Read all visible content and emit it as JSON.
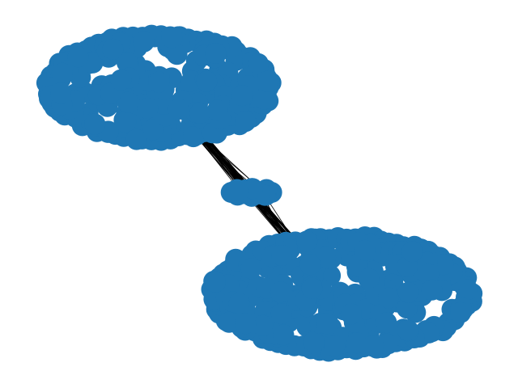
{
  "figure": {
    "kind": "network graph",
    "background_color": "#ffffff",
    "node_color": "#1f77b4",
    "edge_color": "#000000",
    "clusters": [
      {
        "id": "cluster-upper-left",
        "size_hint": "large"
      },
      {
        "id": "cluster-middle",
        "size_hint": "small"
      },
      {
        "id": "cluster-lower-right",
        "size_hint": "large"
      }
    ],
    "bridges": [
      {
        "from": "cluster-upper-left",
        "to": "cluster-middle"
      },
      {
        "from": "cluster-middle",
        "to": "cluster-lower-right"
      },
      {
        "from": "cluster-upper-left",
        "to": "cluster-lower-right"
      }
    ]
  }
}
